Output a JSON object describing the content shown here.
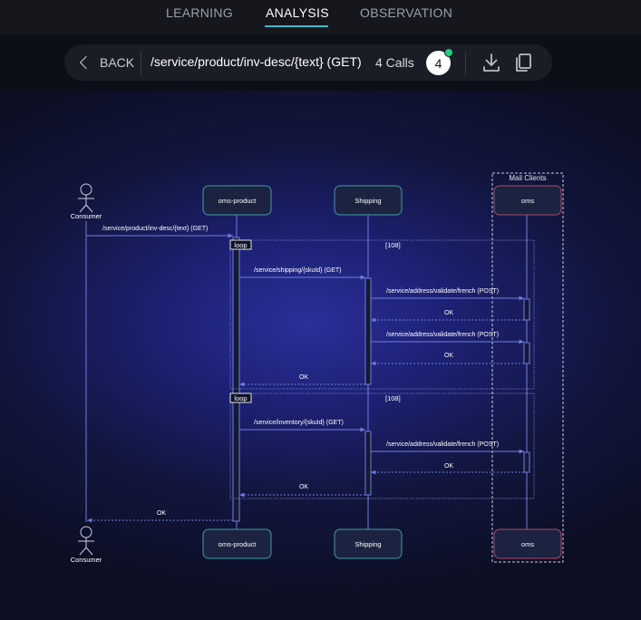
{
  "tabs": [
    "LEARNING",
    "ANALYSIS",
    "OBSERVATION"
  ],
  "active_tab": "ANALYSIS",
  "toolbar": {
    "back_label": "BACK",
    "endpoint": "/service/product/inv-desc/{text} (GET)",
    "calls_label": "4 Calls",
    "count": "4",
    "download_icon": "download-icon",
    "copy_icon": "copy-icon",
    "status_color": "#1fd07a"
  },
  "diagram": {
    "group_label": "Mail Clients",
    "participants": {
      "consumer": "Consumer",
      "oms_product": "oms-product",
      "shipping": "Shipping",
      "oms": "oms"
    },
    "messages": {
      "m1": "/service/product/inv-desc/{text} (GET)",
      "m2": "/service/shipping/{skuId} (GET)",
      "m3": "/service/address/validate/french (POST)",
      "m4": "OK",
      "m5": "/service/address/validate/french (POST)",
      "m6": "OK",
      "m7": "OK",
      "m8": "/service/inventory/{skuId} (GET)",
      "m9": "/service/address/validate/french (POST)",
      "m10": "OK",
      "m11": "OK",
      "m12": "OK"
    },
    "loops": {
      "loop1_label": "loop",
      "loop1_count": "[108]",
      "loop2_label": "loop",
      "loop2_count": "[108]"
    },
    "colors": {
      "lifeline": "#6f7fe0",
      "teal_border": "#3d9da6",
      "oms_border": "#b0476a",
      "box_fill": "#1b2340"
    }
  }
}
